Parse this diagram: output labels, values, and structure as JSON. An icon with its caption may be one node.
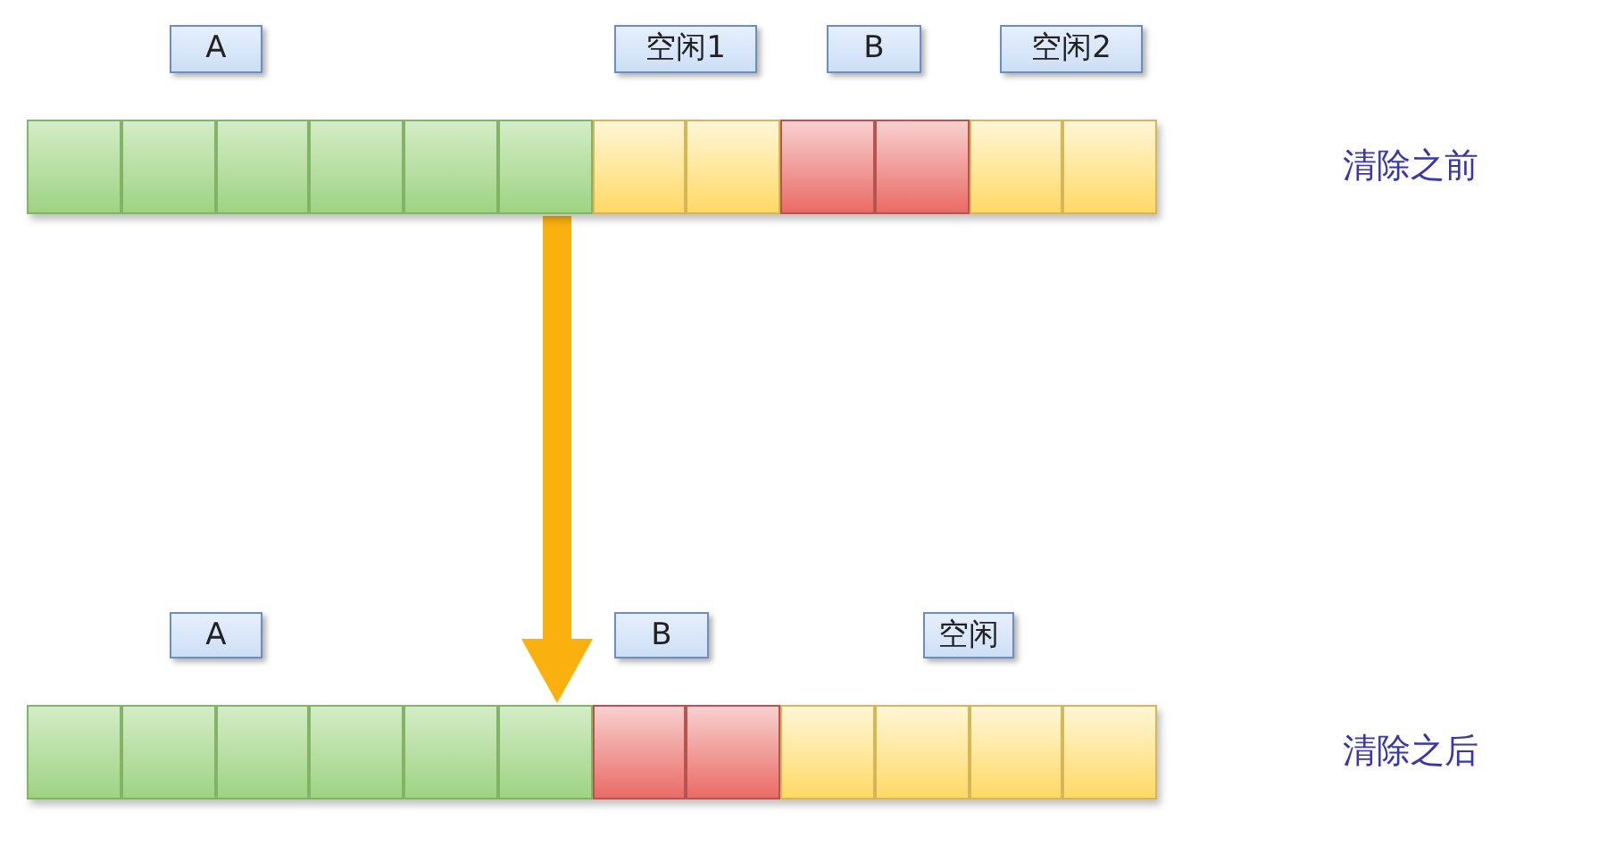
{
  "diagram": {
    "nodes": [
      {
        "text": [
          "A"
        ]
      },
      {
        "text": [
          "空闲1"
        ]
      },
      {
        "text": [
          "B"
        ]
      },
      {
        "text": [
          "空闲2"
        ]
      },
      {
        "text": [],
        "shape": "bar"
      },
      {
        "text": [],
        "shape": "box",
        "in": 4
      },
      {
        "text": [],
        "shape": "box",
        "in": 4
      },
      {
        "text": [],
        "shape": "box",
        "in": 4
      },
      {
        "text": [],
        "shape": "box",
        "in": 4
      },
      {
        "text": [],
        "shape": "box",
        "in": 4
      },
      {
        "text": [],
        "shape": "box",
        "in": 4
      },
      {
        "text": [],
        "shape": "box",
        "in": 4
      },
      {
        "text": [],
        "shape": "box",
        "in": 4
      },
      {
        "text": [],
        "shape": "box",
        "in": 4
      },
      {
        "text": [],
        "shape": "box",
        "in": 4
      },
      {
        "text": [],
        "shape": "box",
        "in": 4
      },
      {
        "text": [],
        "shape": "box",
        "in": 4
      },
      {
        "text": [
          "A"
        ]
      },
      {
        "text": [
          "B"
        ]
      },
      {
        "text": [
          "空闲"
        ]
      },
      {
        "text": [],
        "shape": "bar"
      },
      {
        "text": [],
        "shape": "box",
        "in": 20
      },
      {
        "text": [],
        "shape": "box",
        "in": 20
      },
      {
        "text": [],
        "shape": "box",
        "in": 20
      },
      {
        "text": [],
        "shape": "box",
        "in": 20
      },
      {
        "text": [],
        "shape": "box",
        "in": 20
      },
      {
        "text": [],
        "shape": "box",
        "in": 20
      },
      {
        "text": [],
        "shape": "box",
        "in": 20
      },
      {
        "text": [],
        "shape": "box",
        "in": 20
      },
      {
        "text": [],
        "shape": "box",
        "in": 20
      },
      {
        "text": [],
        "shape": "box",
        "in": 20
      },
      {
        "text": [],
        "shape": "box",
        "in": 20
      },
      {
        "text": [],
        "shape": "box",
        "in": 20
      }
    ],
    "edges": [
      {
        "from": 4,
        "to": 20,
        "arrow": "to"
      }
    ],
    "labels": [
      "清除之前",
      "清除之后"
    ]
  }
}
